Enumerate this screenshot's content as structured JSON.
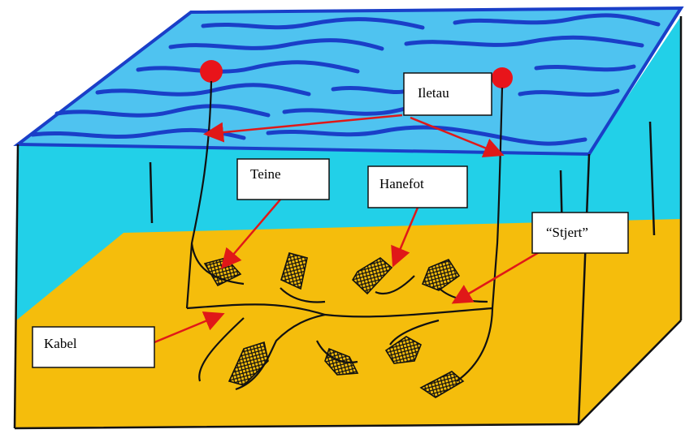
{
  "labels": {
    "iletau": "Iletau",
    "teine": "Teine",
    "hanefot": "Hanefot",
    "stjert": "“Stjert”",
    "kabel": "Kabel"
  },
  "colors": {
    "water_surface": "#4fc3f0",
    "water_body": "#22d0e8",
    "water_lines": "#1a3fc8",
    "seabed": "#f5bd0c",
    "buoy": "#e8141a",
    "arrow": "#e01818",
    "outline": "#111111"
  },
  "icons": {
    "buoy": "red-buoy",
    "trap": "crab-pot-trap"
  }
}
